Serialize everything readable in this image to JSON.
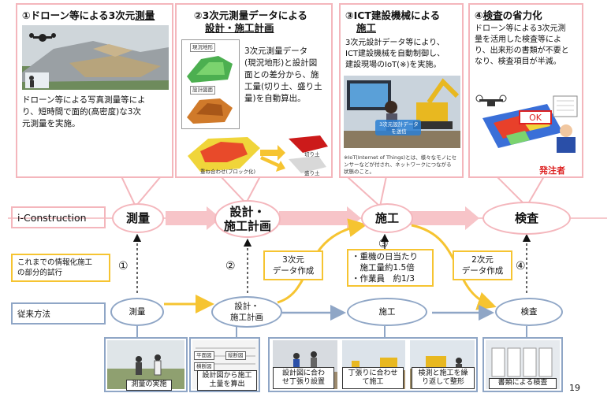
{
  "panels": [
    {
      "title_num": "①",
      "title_pre": "ドローン等による3次元",
      "title_u": "測量",
      "body": [
        "ドローン等による写真測量等によ",
        "り、短時間で面的(高密度)な3次",
        "元測量を実施。"
      ]
    },
    {
      "title_num": "②",
      "title_line1": "3次元測量データによる",
      "title_line2": "設計・施工計画",
      "body": [
        "3次元測量データ",
        "(現況地形)と設計図",
        "面との差分から、施",
        "工量(切り土、盛り土",
        "量)を自動算出。"
      ],
      "fig_labels": [
        "現況地形",
        "設計図面",
        "重ね合わせ(ブロック化)",
        "切り土",
        "盛り土"
      ]
    },
    {
      "title_num": "③",
      "title_line1": "ICT建設機械による",
      "title_line2": "施工",
      "body": [
        "3次元設計データ等により、",
        "ICT建設機械を自動制御し、",
        "建設現場のIoT(※)を実施。"
      ],
      "photo_label": [
        "3次元設計データ",
        "を送信"
      ],
      "footnote": [
        "※IoT(Internet of Things)とは、様々なモノにセ",
        "ンサーなどが付され、ネットワークにつながる",
        "状態のこと。"
      ]
    },
    {
      "title_num": "④",
      "title_u": "検査",
      "title_post": "の省力化",
      "body": [
        "ドローン等による3次元測",
        "量を活用した検査等によ",
        "り、出来形の書類が不要と",
        "なり、検査項目が半減。"
      ],
      "ok_label": "OK",
      "orderer_label": "発注者"
    }
  ],
  "rows": {
    "iconstruction_label": "i-Construction",
    "prior_label": [
      "これまでの情報化施工",
      "の部分的試行"
    ],
    "conventional_label": "従来方法"
  },
  "pink_nodes": [
    {
      "label": [
        "測量"
      ]
    },
    {
      "label": [
        "設計・",
        "施工計画"
      ]
    },
    {
      "label": [
        "施工"
      ]
    },
    {
      "label": [
        "検査"
      ]
    }
  ],
  "blue_nodes": [
    {
      "label": [
        "測量"
      ]
    },
    {
      "label": [
        "設計・",
        "施工計画"
      ]
    },
    {
      "label": [
        "施工"
      ]
    },
    {
      "label": [
        "検査"
      ]
    }
  ],
  "numbers": [
    "①",
    "②",
    "③",
    "④"
  ],
  "yellow_boxes": [
    {
      "label": [
        "3次元",
        "データ作成"
      ]
    },
    {
      "label": [
        "・重機の日当たり",
        "　施工量約1.5倍",
        "・作業員　約1/3"
      ]
    },
    {
      "label": [
        "2次元",
        "データ作成"
      ]
    }
  ],
  "photo_captions": [
    [
      "測量の実施"
    ],
    [
      "設計図から施工",
      "土量を算出"
    ],
    [
      "設計図に合わ",
      "せ丁張り設置"
    ],
    [
      "丁張りに合わせ",
      "て施工"
    ],
    [
      "検測と施工を繰",
      "り返して整形"
    ],
    [
      "書類による検査"
    ]
  ],
  "drawing_tags": [
    "平面図",
    "縦断図",
    "横断図"
  ],
  "page_number": "19",
  "colors": {
    "pink": "#f4b6bc",
    "blue": "#8fa6c6",
    "yellow": "#f6c431"
  }
}
